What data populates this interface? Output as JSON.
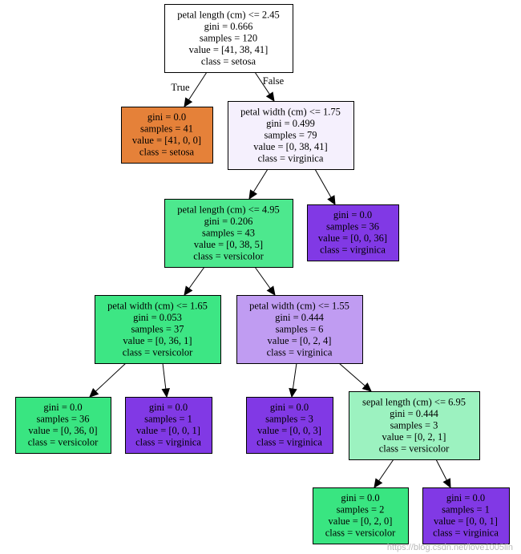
{
  "colors": {
    "setosa": "#e58139",
    "versicolor": "#39e581",
    "virginica": "#8139e5"
  },
  "nodes": [
    {
      "id": "n0",
      "fill": "#ffffff",
      "lines": [
        "petal length (cm) <= 2.45",
        "gini = 0.666",
        "samples = 120",
        "value = [41, 38, 41]",
        "class = setosa"
      ]
    },
    {
      "id": "n1",
      "fill": "#e58139",
      "lines": [
        "gini = 0.0",
        "samples = 41",
        "value = [41, 0, 0]",
        "class = setosa"
      ]
    },
    {
      "id": "n2",
      "fill": "#f5f0fd",
      "lines": [
        "petal width (cm) <= 1.75",
        "gini = 0.499",
        "samples = 79",
        "value = [0, 38, 41]",
        "class = virginica"
      ]
    },
    {
      "id": "n3",
      "fill": "#4de88e",
      "lines": [
        "petal length (cm) <= 4.95",
        "gini = 0.206",
        "samples = 43",
        "value = [0, 38, 5]",
        "class = versicolor"
      ]
    },
    {
      "id": "n4",
      "fill": "#8139e5",
      "lines": [
        "gini = 0.0",
        "samples = 36",
        "value = [0, 0, 36]",
        "class = virginica"
      ]
    },
    {
      "id": "n5",
      "fill": "#3de684",
      "lines": [
        "petal width (cm) <= 1.65",
        "gini = 0.053",
        "samples = 37",
        "value = [0, 36, 1]",
        "class = versicolor"
      ]
    },
    {
      "id": "n6",
      "fill": "#c09cf2",
      "lines": [
        "petal width (cm) <= 1.55",
        "gini = 0.444",
        "samples = 6",
        "value = [0, 2, 4]",
        "class = virginica"
      ]
    },
    {
      "id": "n7",
      "fill": "#39e581",
      "lines": [
        "gini = 0.0",
        "samples = 36",
        "value = [0, 36, 0]",
        "class = versicolor"
      ]
    },
    {
      "id": "n8",
      "fill": "#8139e5",
      "lines": [
        "gini = 0.0",
        "samples = 1",
        "value = [0, 0, 1]",
        "class = virginica"
      ]
    },
    {
      "id": "n9",
      "fill": "#8139e5",
      "lines": [
        "gini = 0.0",
        "samples = 3",
        "value = [0, 0, 3]",
        "class = virginica"
      ]
    },
    {
      "id": "n10",
      "fill": "#9cf2c0",
      "lines": [
        "sepal length (cm) <= 6.95",
        "gini = 0.444",
        "samples = 3",
        "value = [0, 2, 1]",
        "class = versicolor"
      ]
    },
    {
      "id": "n11",
      "fill": "#39e581",
      "lines": [
        "gini = 0.0",
        "samples = 2",
        "value = [0, 2, 0]",
        "class = versicolor"
      ]
    },
    {
      "id": "n12",
      "fill": "#8139e5",
      "lines": [
        "gini = 0.0",
        "samples = 1",
        "value = [0, 0, 1]",
        "class = virginica"
      ]
    }
  ],
  "edges": [
    {
      "from": "n0",
      "to": "n1",
      "label": "True"
    },
    {
      "from": "n0",
      "to": "n2",
      "label": "False"
    },
    {
      "from": "n2",
      "to": "n3",
      "label": ""
    },
    {
      "from": "n2",
      "to": "n4",
      "label": ""
    },
    {
      "from": "n3",
      "to": "n5",
      "label": ""
    },
    {
      "from": "n3",
      "to": "n6",
      "label": ""
    },
    {
      "from": "n5",
      "to": "n7",
      "label": ""
    },
    {
      "from": "n5",
      "to": "n8",
      "label": ""
    },
    {
      "from": "n6",
      "to": "n9",
      "label": ""
    },
    {
      "from": "n6",
      "to": "n10",
      "label": ""
    },
    {
      "from": "n10",
      "to": "n11",
      "label": ""
    },
    {
      "from": "n10",
      "to": "n12",
      "label": ""
    }
  ],
  "watermark": "https://blog.csdn.net/love1005lin"
}
